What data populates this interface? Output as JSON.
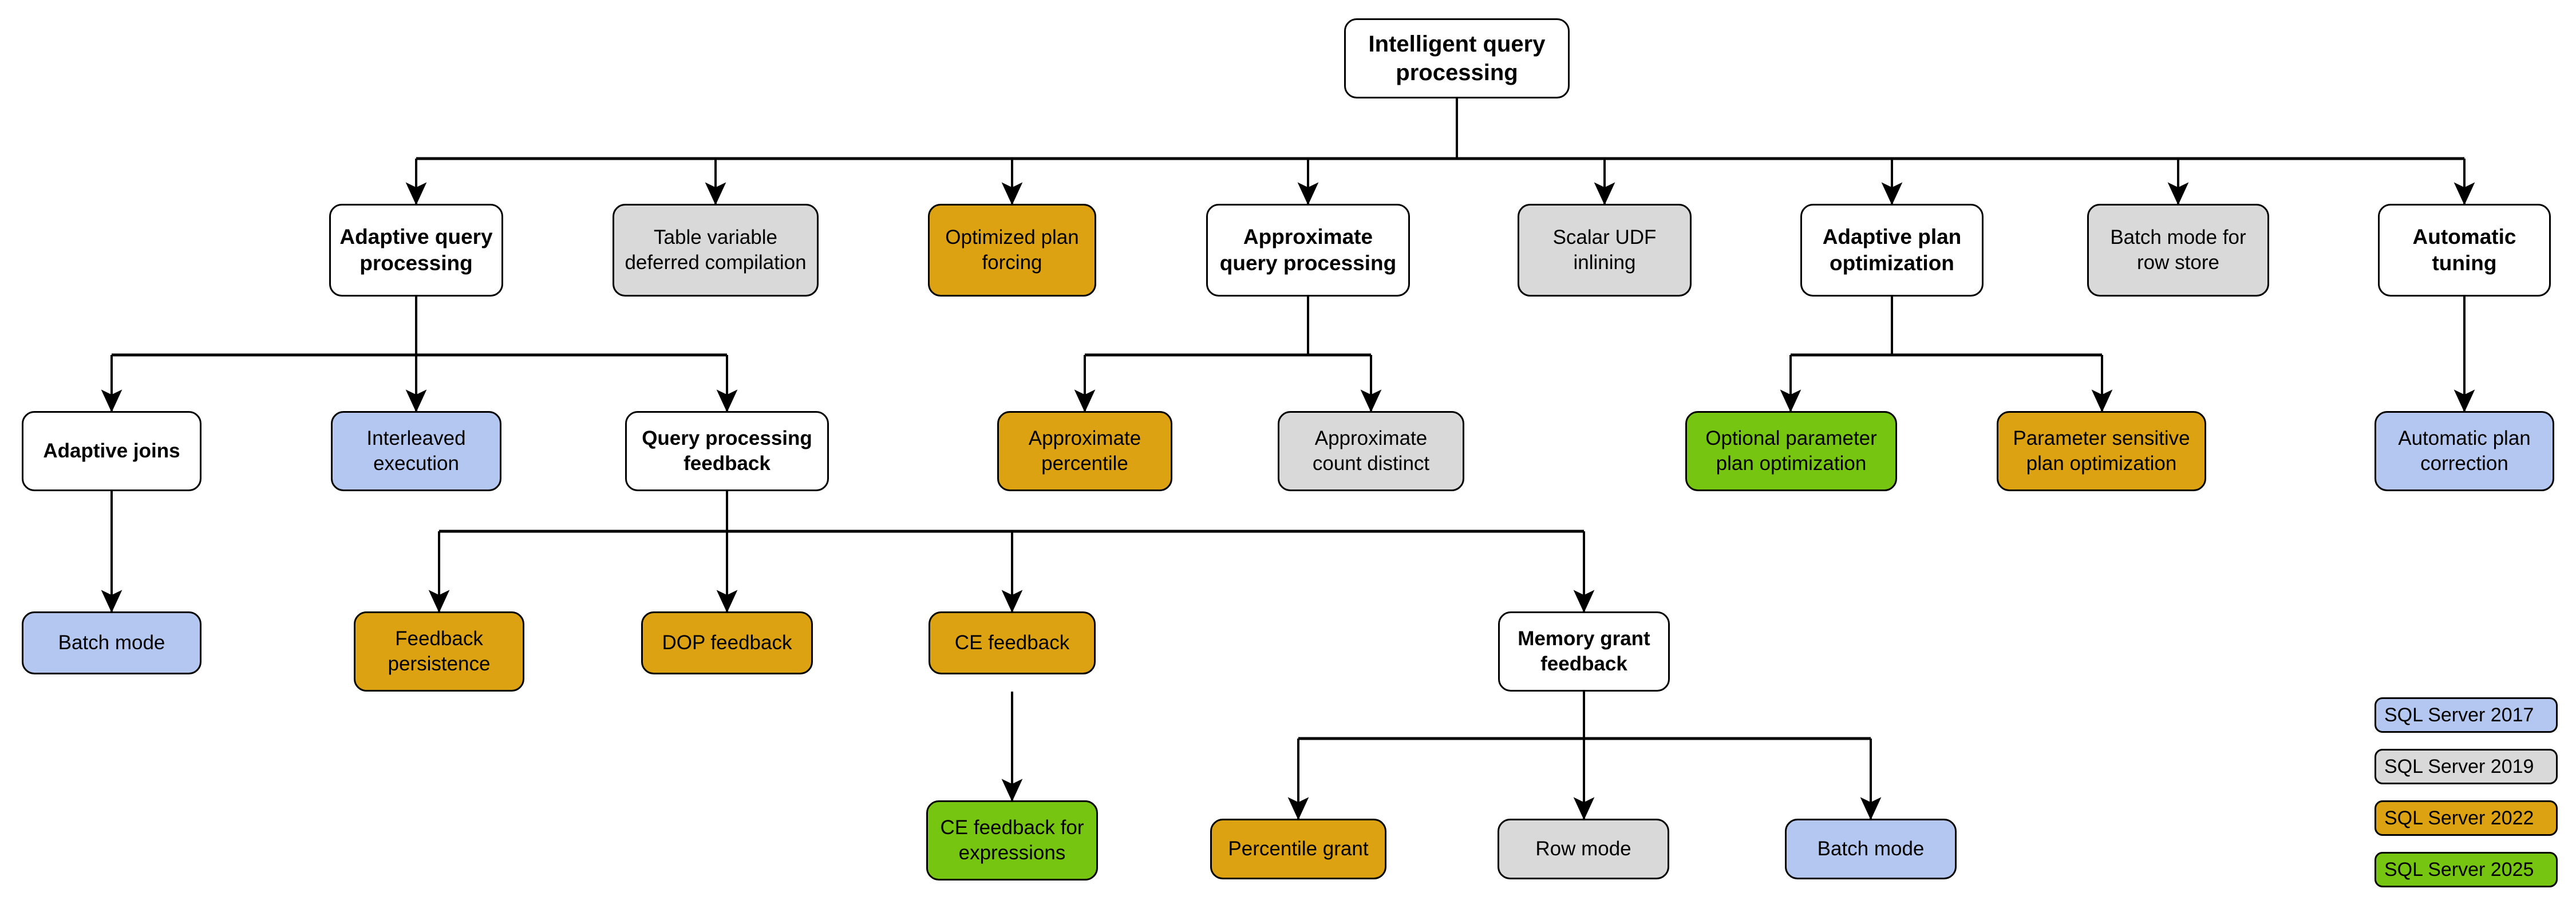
{
  "diagram": {
    "title": "Intelligent query processing",
    "root": {
      "id": "root",
      "label": "Intelligent query\nprocessing",
      "fill": "white"
    },
    "nodes": [
      {
        "id": "adaptive-query-processing",
        "label": "Adaptive query\nprocessing",
        "fill": "white",
        "release": ""
      },
      {
        "id": "table-variable-deferred",
        "label": "Table variable\ndeferred compilation",
        "fill": "gray",
        "release": "SQL Server 2019"
      },
      {
        "id": "optimized-plan-forcing",
        "label": "Optimized plan\nforcing",
        "fill": "gold",
        "release": "SQL Server 2022"
      },
      {
        "id": "approximate-query-processing",
        "label": "Approximate\nquery processing",
        "fill": "white",
        "release": ""
      },
      {
        "id": "scalar-udf-inlining",
        "label": "Scalar UDF\ninlining",
        "fill": "gray",
        "release": "SQL Server 2019"
      },
      {
        "id": "adaptive-plan-optimization",
        "label": "Adaptive plan\noptimization",
        "fill": "white",
        "release": ""
      },
      {
        "id": "batch-mode-for-row-store",
        "label": "Batch mode for\nrow store",
        "fill": "gray",
        "release": "SQL Server 2019"
      },
      {
        "id": "automatic-tuning",
        "label": "Automatic\ntuning",
        "fill": "white",
        "release": ""
      },
      {
        "id": "adaptive-joins",
        "label": "Adaptive joins",
        "fill": "white",
        "release": ""
      },
      {
        "id": "interleaved-execution",
        "label": "Interleaved\nexecution",
        "fill": "blue",
        "release": "SQL Server 2017"
      },
      {
        "id": "query-processing-feedback",
        "label": "Query processing\nfeedback",
        "fill": "white",
        "release": ""
      },
      {
        "id": "approximate-percentile",
        "label": "Approximate\npercentile",
        "fill": "gold",
        "release": "SQL Server 2022"
      },
      {
        "id": "approximate-count-distinct",
        "label": "Approximate\ncount distinct",
        "fill": "gray",
        "release": "SQL Server 2019"
      },
      {
        "id": "optional-parameter-plan-optimization",
        "label": "Optional parameter\nplan optimization",
        "fill": "green",
        "release": "SQL Server 2025"
      },
      {
        "id": "parameter-sensitive-plan-optimization",
        "label": "Parameter sensitive\nplan optimization",
        "fill": "gold",
        "release": "SQL Server 2022"
      },
      {
        "id": "automatic-plan-correction",
        "label": "Automatic plan\ncorrection",
        "fill": "blue",
        "release": "SQL Server 2017"
      },
      {
        "id": "batch-mode",
        "label": "Batch mode",
        "fill": "blue",
        "release": "SQL Server 2017"
      },
      {
        "id": "feedback-persistence",
        "label": "Feedback\npersistence",
        "fill": "gold",
        "release": "SQL Server 2022"
      },
      {
        "id": "dop-feedback",
        "label": "DOP feedback",
        "fill": "gold",
        "release": "SQL Server 2022"
      },
      {
        "id": "ce-feedback",
        "label": "CE feedback",
        "fill": "gold",
        "release": "SQL Server 2022"
      },
      {
        "id": "memory-grant-feedback",
        "label": "Memory grant\nfeedback",
        "fill": "white",
        "release": ""
      },
      {
        "id": "ce-feedback-for-expressions",
        "label": "CE feedback for\nexpressions",
        "fill": "green",
        "release": "SQL Server 2025"
      },
      {
        "id": "percentile-grant",
        "label": "Percentile grant",
        "fill": "gold",
        "release": "SQL Server 2022"
      },
      {
        "id": "row-mode",
        "label": "Row mode",
        "fill": "gray",
        "release": "SQL Server 2019"
      },
      {
        "id": "batch-mode-memory-grant",
        "label": "Batch mode",
        "fill": "blue",
        "release": "SQL Server 2017"
      }
    ],
    "edges": [
      {
        "from": "root",
        "to": "adaptive-query-processing"
      },
      {
        "from": "root",
        "to": "table-variable-deferred"
      },
      {
        "from": "root",
        "to": "optimized-plan-forcing"
      },
      {
        "from": "root",
        "to": "approximate-query-processing"
      },
      {
        "from": "root",
        "to": "scalar-udf-inlining"
      },
      {
        "from": "root",
        "to": "adaptive-plan-optimization"
      },
      {
        "from": "root",
        "to": "batch-mode-for-row-store"
      },
      {
        "from": "root",
        "to": "automatic-tuning"
      },
      {
        "from": "adaptive-query-processing",
        "to": "adaptive-joins"
      },
      {
        "from": "adaptive-query-processing",
        "to": "interleaved-execution"
      },
      {
        "from": "adaptive-query-processing",
        "to": "query-processing-feedback"
      },
      {
        "from": "approximate-query-processing",
        "to": "approximate-percentile"
      },
      {
        "from": "approximate-query-processing",
        "to": "approximate-count-distinct"
      },
      {
        "from": "adaptive-plan-optimization",
        "to": "optional-parameter-plan-optimization"
      },
      {
        "from": "adaptive-plan-optimization",
        "to": "parameter-sensitive-plan-optimization"
      },
      {
        "from": "automatic-tuning",
        "to": "automatic-plan-correction"
      },
      {
        "from": "adaptive-joins",
        "to": "batch-mode"
      },
      {
        "from": "query-processing-feedback",
        "to": "feedback-persistence"
      },
      {
        "from": "query-processing-feedback",
        "to": "dop-feedback"
      },
      {
        "from": "query-processing-feedback",
        "to": "ce-feedback"
      },
      {
        "from": "query-processing-feedback",
        "to": "memory-grant-feedback"
      },
      {
        "from": "ce-feedback",
        "to": "ce-feedback-for-expressions"
      },
      {
        "from": "memory-grant-feedback",
        "to": "percentile-grant"
      },
      {
        "from": "memory-grant-feedback",
        "to": "row-mode"
      },
      {
        "from": "memory-grant-feedback",
        "to": "batch-mode-memory-grant"
      }
    ],
    "legend": {
      "items": [
        {
          "id": "legend-sql-server-2017",
          "label": "SQL Server 2017",
          "fill": "blue",
          "color": "#b4c7f0"
        },
        {
          "id": "legend-sql-server-2019",
          "label": "SQL Server 2019",
          "fill": "gray",
          "color": "#d9d9d9"
        },
        {
          "id": "legend-sql-server-2022",
          "label": "SQL Server 2022",
          "fill": "gold",
          "color": "#dca212"
        },
        {
          "id": "legend-sql-server-2025",
          "label": "SQL Server 2025",
          "fill": "green",
          "color": "#76c511"
        }
      ]
    },
    "palette": {
      "white": "#ffffff",
      "gray": "#d9d9d9",
      "gold": "#dca212",
      "blue": "#b4c7f0",
      "green": "#76c511",
      "stroke": "#000000"
    }
  }
}
